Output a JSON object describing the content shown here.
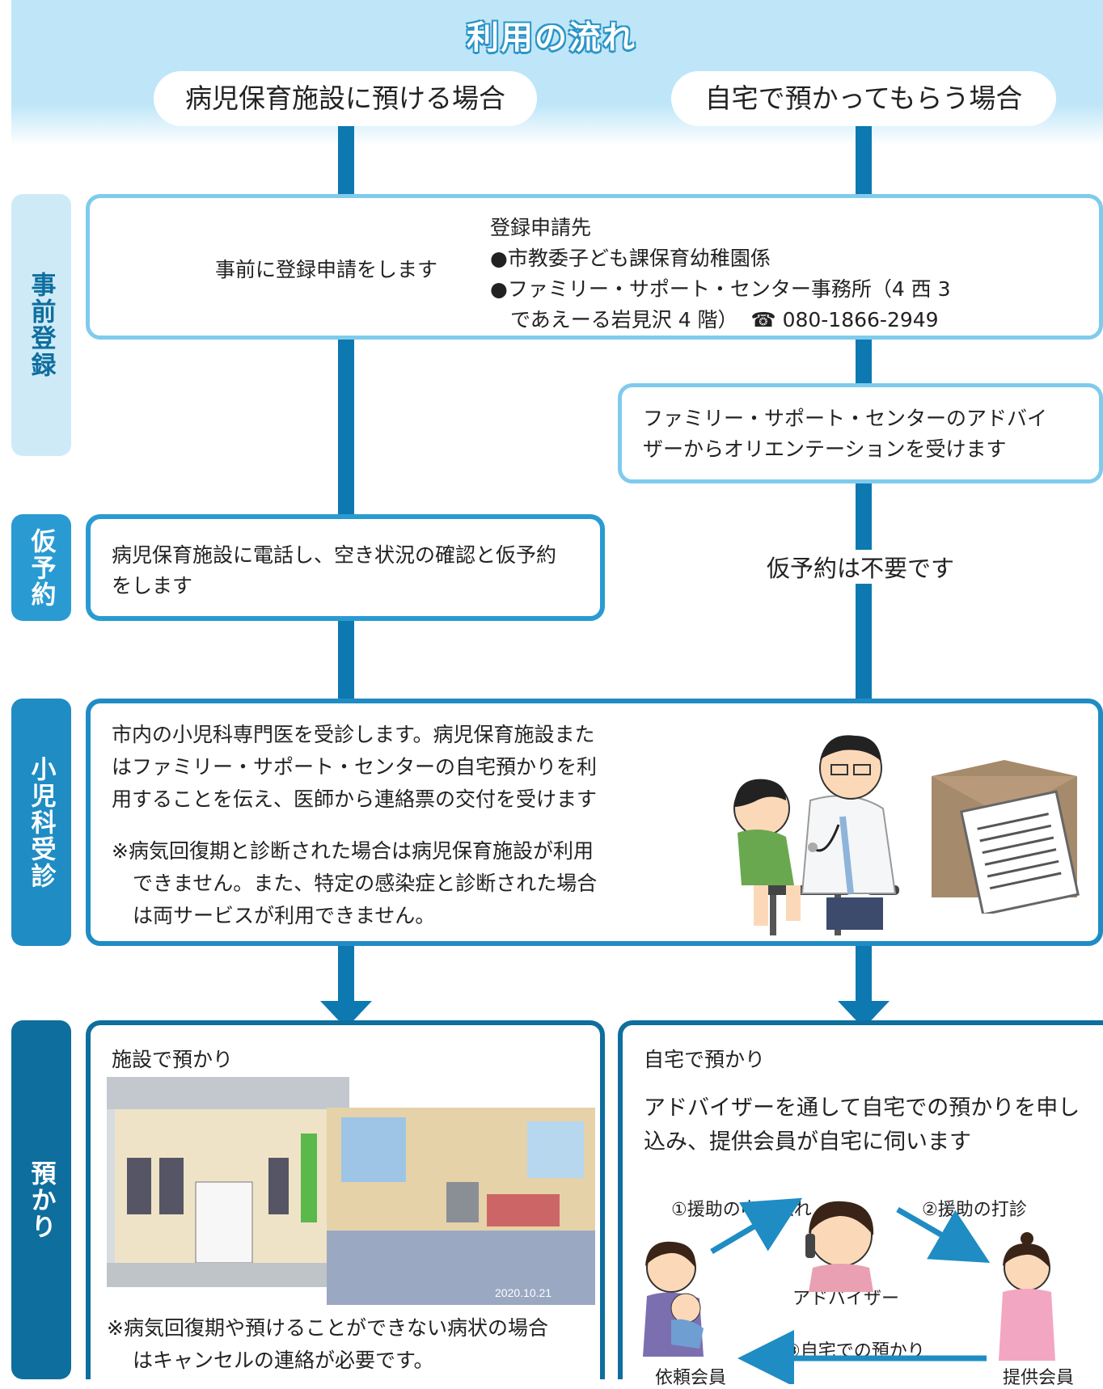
{
  "title": "利用の流れ",
  "columns": {
    "left": "病児保育施設に預ける場合",
    "right": "自宅で預かってもらう場合"
  },
  "stages": {
    "pre_registration": "事前登録",
    "provisional_booking": "仮予約",
    "pediatric_visit": "小児科受診",
    "childcare": "預かり"
  },
  "registration": {
    "main": "事前に登録申請をします",
    "dest_title": "登録申請先",
    "dest_1": "●市教委子ども課保育幼稚園係",
    "dest_2": "●ファミリー・サポート・センター事務所（4 西 3",
    "dest_3": "であえーる岩見沢 4 階）",
    "phone_icon": "☎",
    "phone": "080-1866-2949"
  },
  "orientation": {
    "line1": "ファミリー・サポート・センターのアドバイ",
    "line2": "ザーからオリエンテーションを受けます"
  },
  "booking": {
    "line1": "病児保育施設に電話し、空き状況の確認と仮予約",
    "line2": "をします",
    "not_required": "仮予約は不要です"
  },
  "visit": {
    "line1": "市内の小児科専門医を受診します。病児保育施設また",
    "line2": "はファミリー・サポート・センターの自宅預かりを利",
    "line3": "用することを伝え、医師から連絡票の交付を受けます",
    "note1": "※病気回復期と診断された場合は病児保育施設が利用",
    "note2": "できません。また、特定の感染症と診断された場合",
    "note3": "は両サービスが利用できません。"
  },
  "facility": {
    "heading": "施設で預かり",
    "photo_date": "2020.10.21",
    "note1": "※病気回復期や預けることができない病状の場合",
    "note2": "はキャンセルの連絡が必要です。"
  },
  "home": {
    "heading": "自宅で預かり",
    "line1": "アドバイザーを通して自宅での預かりを申し",
    "line2": "込み、提供会員が自宅に伺います",
    "step1": "①援助の申し入れ",
    "step2": "②援助の打診",
    "step3": "③自宅での預かり",
    "advisor": "アドバイザー",
    "requester": "依頼会員",
    "provider": "提供会員"
  },
  "colors": {
    "flow_blue": "#0d79b0",
    "light_blue": "#bfe6f8",
    "stage_dark": "#0e6e9e",
    "stage_light": "#cfeaf7"
  }
}
